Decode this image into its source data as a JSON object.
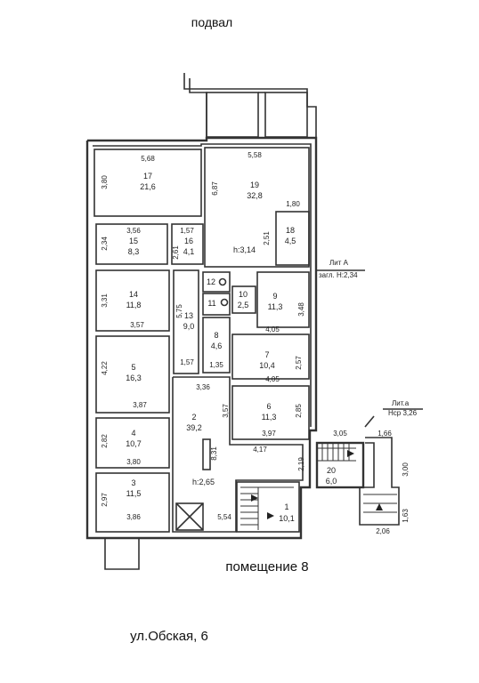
{
  "title": "подвал",
  "premises": "помещение 8",
  "address": "ул.Обская, 6",
  "lit_a": {
    "name": "Лит А",
    "sub": "загл. Н:2,34"
  },
  "lit_small_a": {
    "name": "Лит.а",
    "sub": "Нср 3,26"
  },
  "heights": {
    "main": "h:3,14",
    "lower": "h:2,65"
  },
  "rooms": {
    "r1": {
      "num": "1",
      "area": "10,1"
    },
    "r2": {
      "num": "2",
      "area": "39,2"
    },
    "r3": {
      "num": "3",
      "area": "11,5"
    },
    "r4": {
      "num": "4",
      "area": "10,7"
    },
    "r5": {
      "num": "5",
      "area": "16,3"
    },
    "r6": {
      "num": "6",
      "area": "11,3"
    },
    "r7": {
      "num": "7",
      "area": "10,4"
    },
    "r8": {
      "num": "8",
      "area": "4,6"
    },
    "r9": {
      "num": "9",
      "area": "11,3"
    },
    "r10": {
      "num": "10",
      "area": "2,5"
    },
    "r11": {
      "num": "11"
    },
    "r12": {
      "num": "12"
    },
    "r13": {
      "num": "13",
      "area": "9,0"
    },
    "r14": {
      "num": "14",
      "area": "11,8"
    },
    "r15": {
      "num": "15",
      "area": "8,3"
    },
    "r16": {
      "num": "16",
      "area": "4,1"
    },
    "r17": {
      "num": "17",
      "area": "21,6"
    },
    "r18": {
      "num": "18",
      "area": "4,5"
    },
    "r19": {
      "num": "19",
      "area": "32,8"
    },
    "r20": {
      "num": "20",
      "area": "6,0"
    }
  },
  "dims": {
    "d568": "5,68",
    "d380": "3,80",
    "d558": "5,58",
    "d687": "6,87",
    "d180": "1,80",
    "d356": "3,56",
    "d234": "2,34",
    "d157a": "1,57",
    "d261": "2,61",
    "d251": "2,51",
    "d331": "3,31",
    "d357a": "3,57",
    "d575": "5,75",
    "d348": "3,48",
    "d405a": "4,05",
    "d422": "4,22",
    "d157b": "1,57",
    "d135": "1,35",
    "d257": "2,57",
    "d405b": "4,05",
    "d387": "3,87",
    "d336": "3,36",
    "d357b": "3,57",
    "d285": "2,85",
    "d397": "3,97",
    "d282": "2,82",
    "d831": "8,31",
    "d417": "4,17",
    "d380b": "3,80",
    "d219": "2,19",
    "d305": "3,05",
    "d166": "1,66",
    "d300": "3,00",
    "d297": "2,97",
    "d554": "5,54",
    "d386": "3,86",
    "d163": "1,63",
    "d206": "2,06"
  }
}
